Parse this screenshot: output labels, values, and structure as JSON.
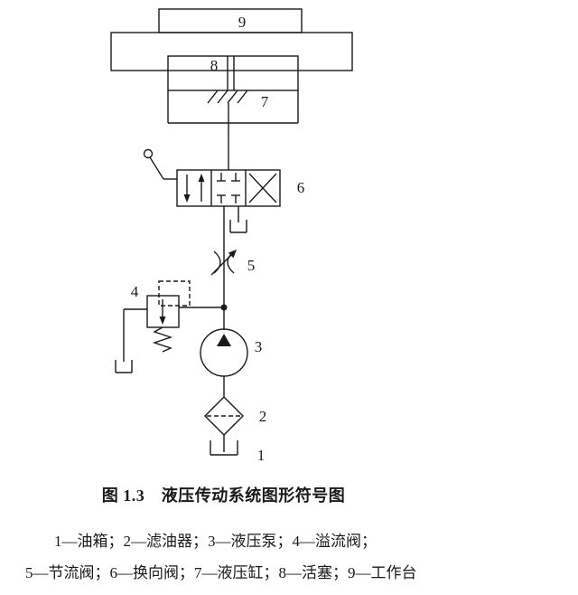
{
  "colors": {
    "ink": "#1a1a1a",
    "background": "#ffffff"
  },
  "diagram": {
    "labels": {
      "n1": "1",
      "n2": "2",
      "n3": "3",
      "n4": "4",
      "n5": "5",
      "n6": "6",
      "n7": "7",
      "n8": "8",
      "n9": "9"
    }
  },
  "caption": "图 1.3　液压传动系统图形符号图",
  "legend": {
    "line1": "1—油箱；2—滤油器；3—液压泵；4—溢流阀；",
    "line2": "5—节流阀；6—换向阀；7—液压缸；8—活塞；9—工作台"
  }
}
